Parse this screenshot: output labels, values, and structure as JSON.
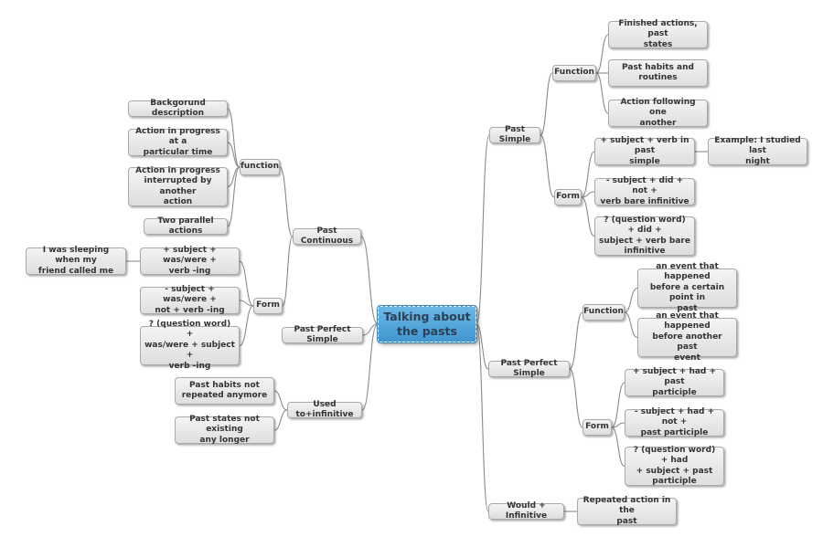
{
  "colors": {
    "root_fill": "#4da6dc",
    "root_text": "#2f3f56",
    "node_fill": "#e8e8e8",
    "node_border": "#a9a9a9",
    "node_text": "#333333",
    "connector": "#8a8a8a"
  },
  "mindmap": {
    "root": "Talking about\nthe pasts",
    "past_simple": {
      "label": "Past Simple",
      "function": {
        "label": "Function",
        "items": [
          "Finished actions, past\nstates",
          "Past habits and\nroutines",
          "Action following one\nanother"
        ]
      },
      "form": {
        "label": "Form",
        "positive": "+ subject + verb in past\nsimple",
        "example": "Example: I studied last\nnight",
        "negative": "- subject + did + not +\nverb bare infinitive",
        "question": "? (question word) + did +\nsubject + verb bare\ninfinitive"
      }
    },
    "past_perfect": {
      "label": "Past Perfect Simple",
      "function": {
        "label": "Function",
        "items": [
          "an event that happened\nbefore a certain point in\npast",
          "an event that happened\nbefore another past\nevent"
        ]
      },
      "form": {
        "label": "Form",
        "items": [
          "+ subject + had + past\nparticiple",
          "- subject + had + not +\npast participle",
          "? (question word) + had\n+ subject + past\nparticiple"
        ]
      }
    },
    "would": {
      "label": "Would + Infinitive",
      "item": "Repeated action in the\npast"
    },
    "past_continuous": {
      "label": "Past Continuous",
      "function": {
        "label": "function",
        "items": [
          "Backgorund description",
          "Action in progress at a\nparticular time",
          "Action in progress\ninterrupted by another\naction",
          "Two parallel actions"
        ]
      },
      "form": {
        "label": "Form",
        "positive": "+ subject + was/were +\nverb -ing",
        "example": "I was sleeping when my\nfriend called me",
        "negative": "- subject + was/were +\nnot + verb -ing",
        "question": "? (question word) +\nwas/were + subject +\nverb -ing"
      }
    },
    "past_perfect_left": {
      "label": "Past Perfect Simple"
    },
    "used_to": {
      "label": "Used to+infinitive",
      "items": [
        "Past habits not\nrepeated anymore",
        "Past states not existing\nany longer"
      ]
    }
  }
}
